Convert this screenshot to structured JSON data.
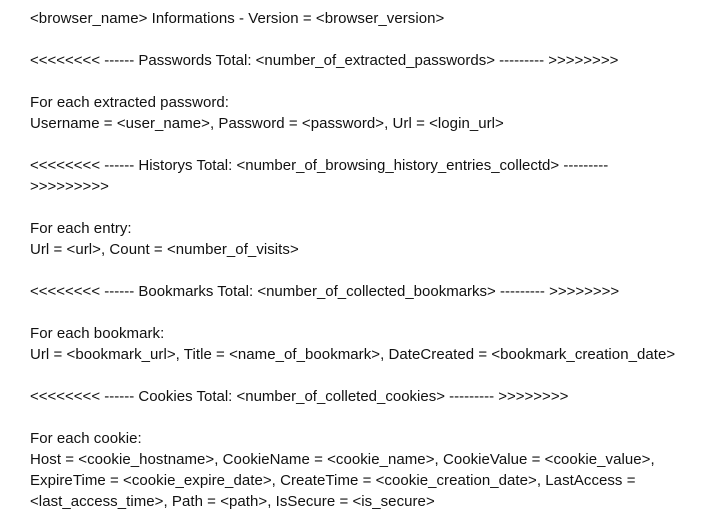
{
  "document": {
    "type": "plain-text-output-format",
    "background_color": "#ffffff",
    "text_color": "#111111",
    "blocks": [
      {
        "id": "header",
        "kind": "title-line",
        "lines": [
          "<browser_name> Informations - Version = <browser_version>"
        ]
      },
      {
        "id": "passwords-separator",
        "kind": "separator",
        "lines": [
          "<<<<<<<< ------ Passwords Total: <number_of_extracted_passwords> --------- >>>>>>>>"
        ]
      },
      {
        "id": "passwords-entry",
        "kind": "entry-block",
        "lines": [
          "For each extracted password:",
          "Username = <user_name>, Password = <password>, Url = <login_url>"
        ]
      },
      {
        "id": "historys-separator",
        "kind": "separator",
        "lines": [
          "<<<<<<<< ------ Historys Total: <number_of_browsing_history_entries_collectd> ---------",
          ">>>>>>>>>"
        ]
      },
      {
        "id": "history-entry",
        "kind": "entry-block",
        "lines": [
          "For each entry:",
          "Url = <url>, Count = <number_of_visits>"
        ]
      },
      {
        "id": "bookmarks-separator",
        "kind": "separator",
        "lines": [
          "<<<<<<<< ------ Bookmarks Total: <number_of_collected_bookmarks> --------- >>>>>>>>"
        ]
      },
      {
        "id": "bookmarks-entry",
        "kind": "entry-block",
        "lines": [
          "For each bookmark:",
          "Url = <bookmark_url>, Title = <name_of_bookmark>, DateCreated = <bookmark_creation_date>"
        ]
      },
      {
        "id": "cookies-separator",
        "kind": "separator",
        "lines": [
          "<<<<<<<< ------ Cookies Total: <number_of_colleted_cookies> --------- >>>>>>>>"
        ]
      },
      {
        "id": "cookies-entry",
        "kind": "entry-block",
        "lines": [
          "For each cookie:",
          "Host = <cookie_hostname>, CookieName = <cookie_name>, CookieValue = <cookie_value>, ExpireTime = <cookie_expire_date>, CreateTime = <cookie_creation_date>, LastAccess = <last_access_time>, Path = <path>, IsSecure = <is_secure>"
        ]
      }
    ]
  }
}
